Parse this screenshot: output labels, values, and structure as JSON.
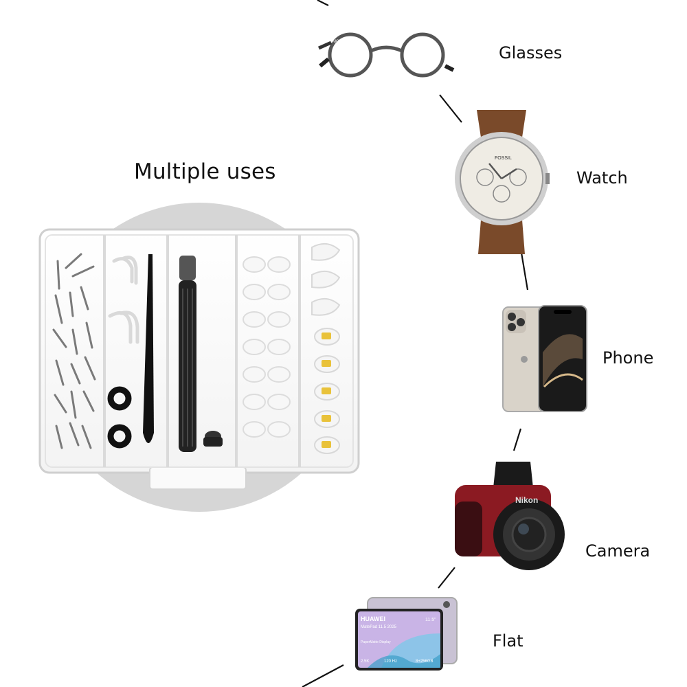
{
  "title": "Multiple uses",
  "uses": [
    {
      "label": "Glasses",
      "icon": "glasses-icon"
    },
    {
      "label": "Watch",
      "icon": "watch-icon"
    },
    {
      "label": "Phone",
      "icon": "phone-icon"
    },
    {
      "label": "Camera",
      "icon": "camera-icon"
    },
    {
      "label": "Flat",
      "icon": "tablet-icon"
    }
  ],
  "product_text": {
    "glasses_brand": "MONTBLANC",
    "watch_brand": "FOSSIL",
    "camera_brand": "Nikon",
    "tablet_brand": "HUAWEI",
    "tablet_model": "MatePad 11.5 2025",
    "tablet_size": "11.5\"",
    "tablet_display": "PaperMatte Display",
    "tablet_res": "2.5K",
    "tablet_hz": "120 Hz",
    "tablet_mem": "8+256GB"
  },
  "colors": {
    "circle": "#d6d6d6",
    "line": "#111111",
    "watch_strap": "#7a4a2a",
    "camera_body": "#8b1a22"
  }
}
